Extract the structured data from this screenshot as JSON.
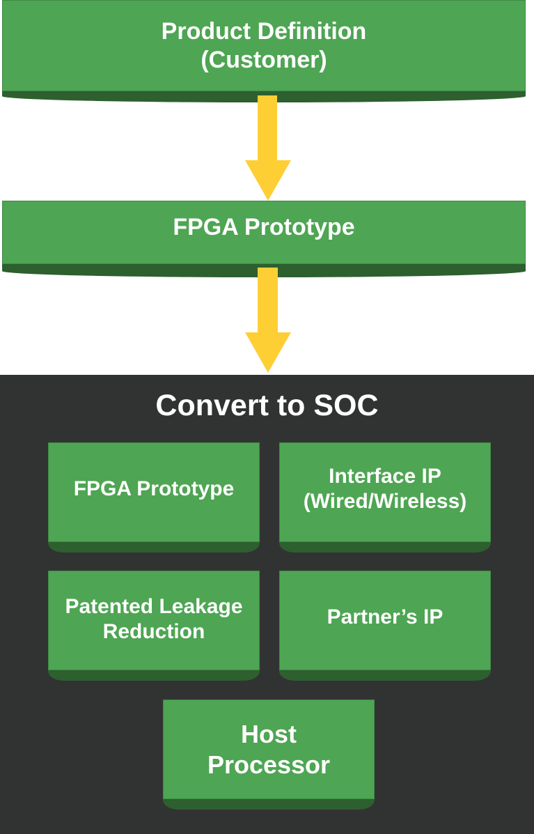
{
  "colors": {
    "box_fill": "#4ea553",
    "box_shadow": "#2d5f2f",
    "arrow": "#fecf34",
    "panel": "#313332",
    "text": "#ffffff"
  },
  "flow": {
    "step1": {
      "label": "Product Definition\n(Customer)"
    },
    "step2": {
      "label": "FPGA Prototype"
    }
  },
  "soc": {
    "title": "Convert to SOC",
    "blocks": [
      {
        "label": "FPGA Prototype"
      },
      {
        "label": "Interface IP\n(Wired/Wireless)"
      },
      {
        "label": "Patented Leakage\nReduction"
      },
      {
        "label": "Partner’s IP"
      },
      {
        "label": "Host\nProcessor"
      }
    ]
  },
  "icons": {
    "arrow1": "arrow-down-icon",
    "arrow2": "arrow-down-icon"
  }
}
